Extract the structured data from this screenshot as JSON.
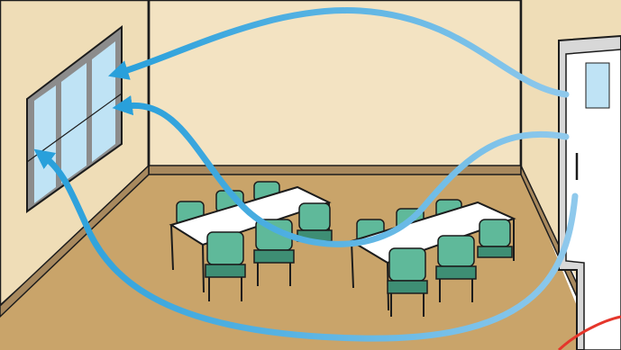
{
  "scene": {
    "subject": "classroom-ventilation-illustration",
    "palette": {
      "wall": "#f3e3c2",
      "side_wall": "#efddb7",
      "floor": "#c9a46a",
      "baseboard": "#a8895e",
      "outline": "#1c1c1c",
      "window_frame": "#8c8c8c",
      "glass": "#bfe3f5",
      "door": "#ffffff",
      "table_top": "#ffffff",
      "chair": "#5fb99a",
      "chair_dark": "#3e8e74",
      "airflow": "#29a0db",
      "airflow_light": "#8fc9ec",
      "badge": "#e5362b"
    },
    "elements": [
      "window",
      "door",
      "table",
      "chair",
      "airflow-arrow"
    ]
  }
}
